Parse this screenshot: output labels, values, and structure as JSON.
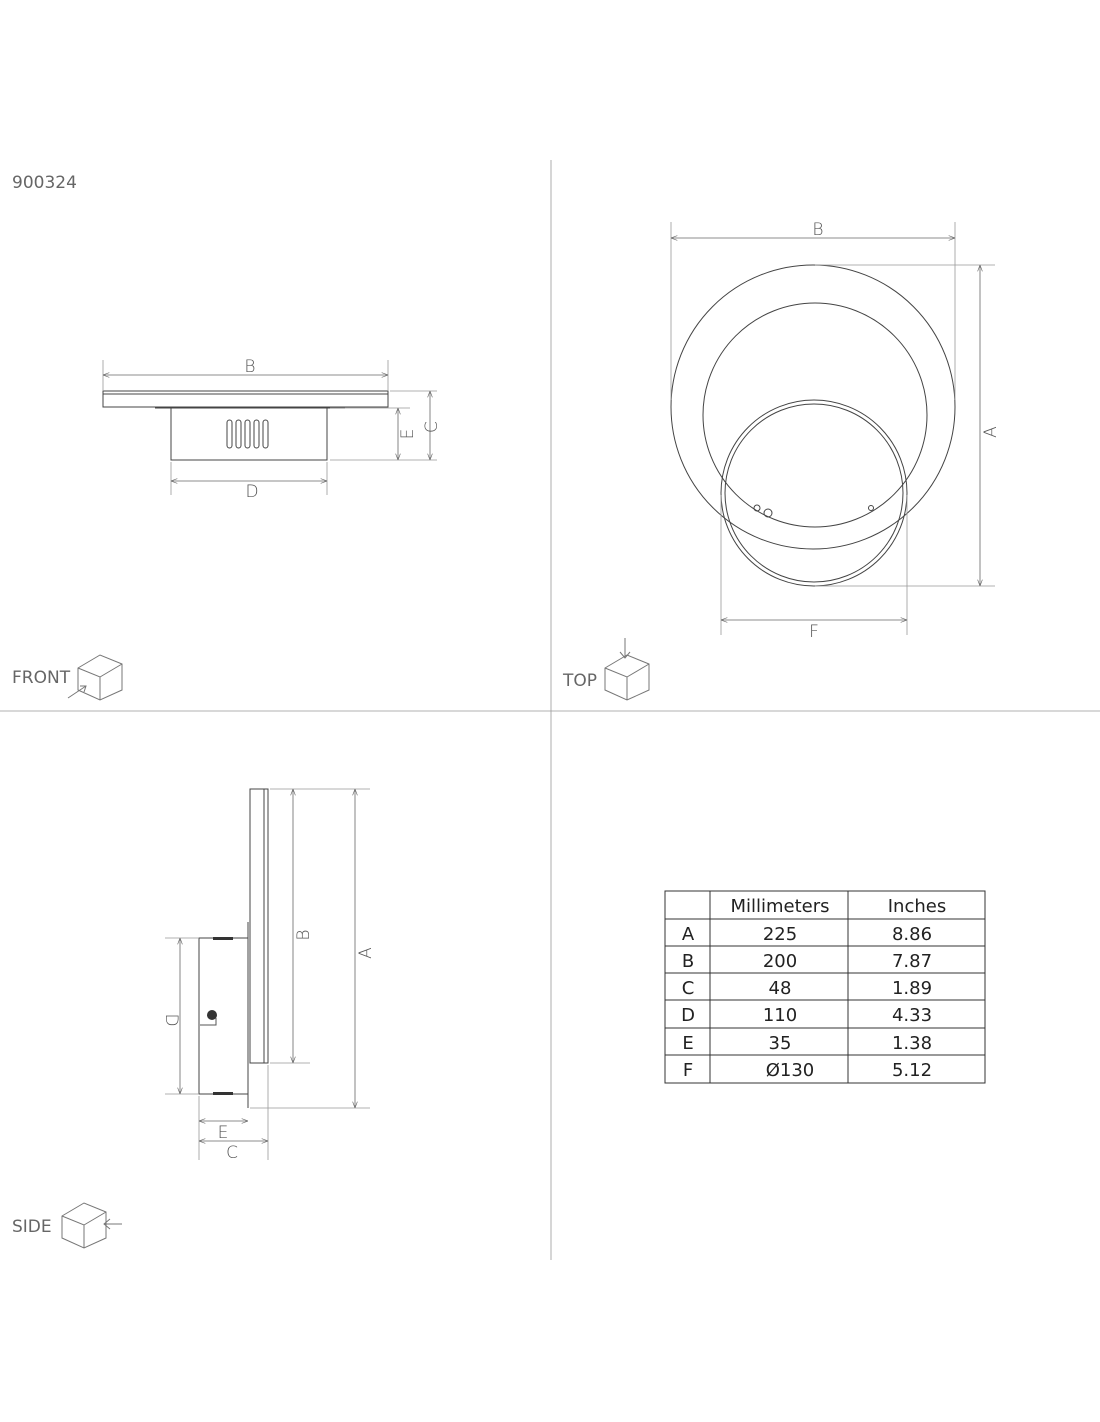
{
  "part_number": "900324",
  "views": {
    "front": {
      "label": "FRONT",
      "dims": [
        "B",
        "C",
        "D",
        "E"
      ]
    },
    "top": {
      "label": "TOP",
      "dims": [
        "A",
        "B",
        "F"
      ]
    },
    "side": {
      "label": "SIDE",
      "dims": [
        "A",
        "B",
        "C",
        "D",
        "E"
      ]
    }
  },
  "table": {
    "headers": [
      "",
      "Millimeters",
      "Inches"
    ],
    "rows": [
      [
        "A",
        "225",
        "8.86"
      ],
      [
        "B",
        "200",
        "7.87"
      ],
      [
        "C",
        "48",
        "1.89"
      ],
      [
        "D",
        "110",
        "4.33"
      ],
      [
        "E",
        "35",
        "1.38"
      ],
      [
        "F",
        "Ø130",
        "5.12"
      ]
    ]
  }
}
